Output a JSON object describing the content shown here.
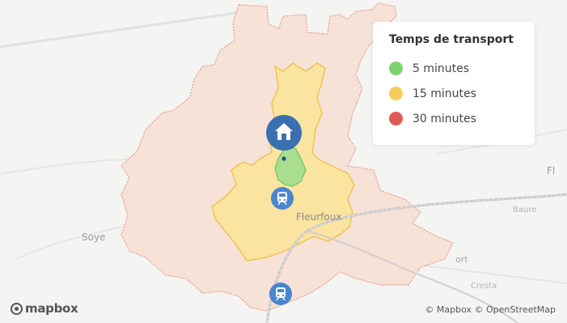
{
  "legend": {
    "title": "Temps de transport",
    "items": [
      {
        "label": "5 minutes",
        "color": "#7ed36f"
      },
      {
        "label": "15 minutes",
        "color": "#f6cd5c"
      },
      {
        "label": "30 minutes",
        "color": "#dd5a55"
      }
    ]
  },
  "isochrones": {
    "outer_fill": "#f7e2d8",
    "outer_stroke": "#e79a86",
    "mid_fill": "#fbe3a0",
    "mid_stroke": "#f0c14e",
    "inner_fill": "#a8de8e",
    "inner_stroke": "#7cc566"
  },
  "markers": {
    "home_color": "#3a6fb0",
    "transit_color": "#4a86d0",
    "home_icon": "house-icon",
    "transit_icon": "train-icon"
  },
  "places": {
    "town": "Fleurfoux",
    "left": "Soye",
    "right_edge": "Fl",
    "right_a": "Baure",
    "right_b": "ort",
    "right_c": "Cresta"
  },
  "map_logo": "mapbox",
  "attribution": "© Mapbox © OpenStreetMap"
}
